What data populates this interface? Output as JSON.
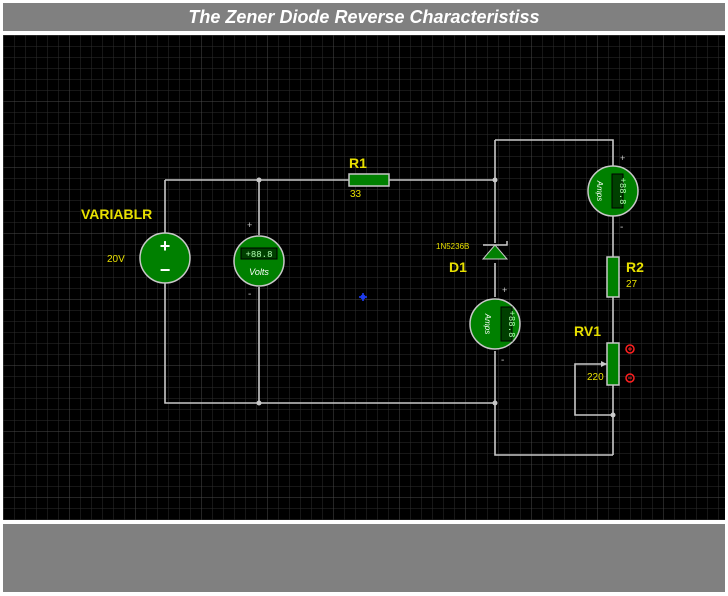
{
  "title": "The Zener Diode Reverse Characteristiss",
  "components": {
    "source": {
      "name": "VARIABLR",
      "value": "20V"
    },
    "voltmeter": {
      "reading": "+88.8",
      "unit": "Volts"
    },
    "r1": {
      "name": "R1",
      "value": "33"
    },
    "d1": {
      "name": "D1",
      "part": "1N5236B"
    },
    "ammeter_diode": {
      "reading": "+88.8",
      "unit": "Amps"
    },
    "ammeter_top": {
      "reading": "+88.8",
      "unit": "Amps"
    },
    "r2": {
      "name": "R2",
      "value": "27"
    },
    "rv1": {
      "name": "RV1",
      "value": "220"
    }
  },
  "symbols": {
    "plus": "+",
    "minus": "−",
    "small_plus": "+",
    "small_minus": "-"
  },
  "colors": {
    "background": "#000000",
    "grid": "#3a3a3a",
    "wire": "#c8c8c8",
    "component_fill": "#008000",
    "label": "#e8e000",
    "bar": "#808080"
  }
}
